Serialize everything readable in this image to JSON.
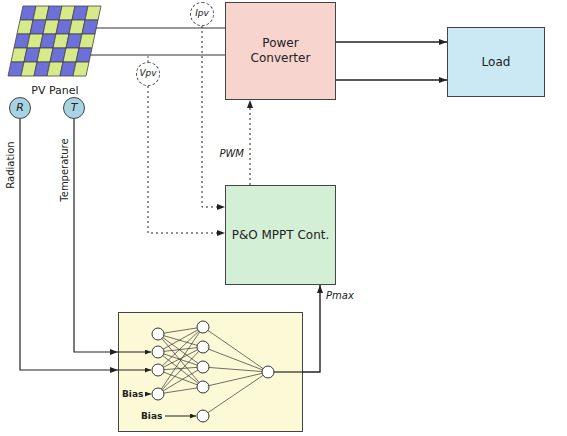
{
  "diagram": {
    "nodes": [
      {
        "text": [
          "Power Converter"
        ]
      },
      {
        "text": [
          "Load"
        ]
      },
      {
        "text": [
          "Ipv"
        ]
      },
      {
        "text": [
          "Vpv"
        ]
      },
      {
        "text": [
          "P&O MPPT Cont."
        ]
      },
      {
        "text": [
          "R"
        ]
      },
      {
        "text": [
          "T"
        ]
      },
      {
        "text": [
          "Bias",
          "Bias"
        ]
      }
    ],
    "edges": [
      {
        "from": 0,
        "to": 1,
        "arrow": "to"
      },
      {
        "from": 2,
        "to": 4,
        "arrow": "to"
      },
      {
        "from": 3,
        "to": 4,
        "arrow": "to"
      },
      {
        "from": 4,
        "to": 0,
        "label": "PWM",
        "arrow": "to"
      },
      {
        "from": 7,
        "to": 4,
        "label": "Pmax",
        "arrow": "to"
      },
      {
        "from": 5,
        "to": 7,
        "arrow": "to"
      },
      {
        "from": 6,
        "to": 7,
        "arrow": "to"
      }
    ],
    "labels": [
      "PV Panel",
      "Radiation",
      "Temperature"
    ]
  }
}
